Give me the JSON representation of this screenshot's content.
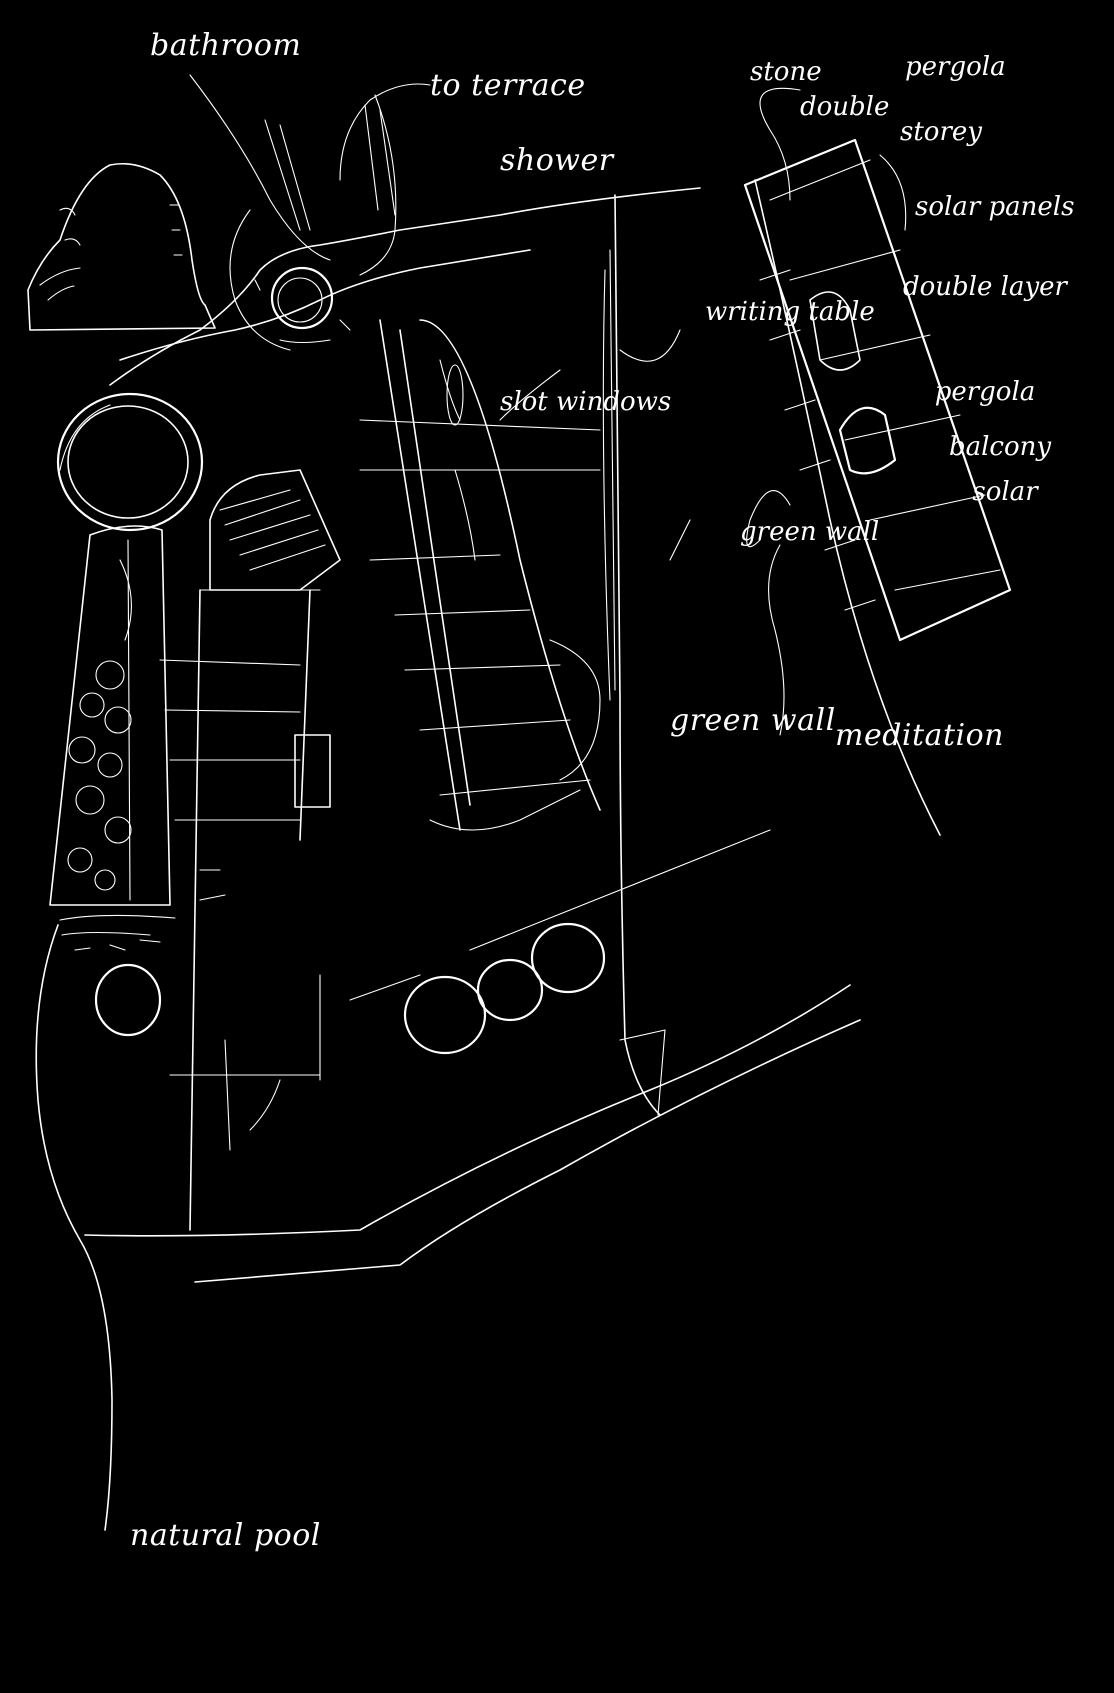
{
  "colors": {
    "background": "#000000",
    "ink": "#ffffff"
  },
  "annotations": {
    "bathroom": "bathroom",
    "to_terrace": "to terrace",
    "shower": "shower",
    "slot_windows": "slot windows",
    "green_wall_top": "green wall",
    "green_wall_lower": "green wall",
    "writing_table": "writing table",
    "meditation": "meditation",
    "natural_pool": "natural pool",
    "right_column": [
      "solar panels",
      "double layer",
      "pergola",
      "balcony",
      "solar"
    ],
    "top_right": [
      "stone",
      "pergola",
      "double",
      "storey"
    ]
  }
}
